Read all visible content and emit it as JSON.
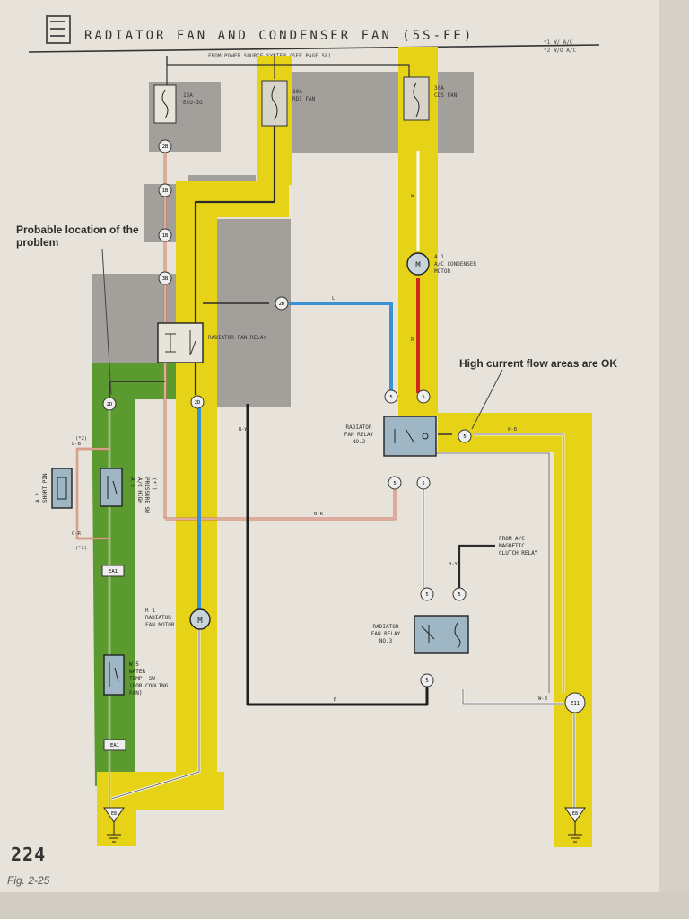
{
  "title": "RADIATOR FAN AND CONDENSER FAN (5S-FE)",
  "notes": [
    "*1 W/ A/C",
    "*2 W/O A/C"
  ],
  "power_source": "FROM POWER SOURCE SYSTEM (SEE PAGE 58)",
  "fuses": [
    {
      "id": "f1",
      "rating": "15A",
      "name": "ECU-IG"
    },
    {
      "id": "f2",
      "rating": "30A",
      "name": "RDI FAN"
    },
    {
      "id": "f3",
      "rating": "30A",
      "name": "CDS FAN"
    }
  ],
  "components": {
    "fan_relay": "RADIATOR FAN RELAY",
    "fan_relay_no2": [
      "RADIATOR",
      "FAN RELAY",
      "NO.2"
    ],
    "fan_relay_no3": [
      "RADIATOR",
      "FAN RELAY",
      "NO.3"
    ],
    "cond_motor": [
      "A 1",
      "A/C CONDENSER",
      "MOTOR"
    ],
    "fan_motor": [
      "R 1",
      "RADIATOR",
      "FAN MOTOR"
    ],
    "water_temp": [
      "W 5",
      "WATER",
      "TEMP. SW",
      "(FOR COOLING",
      "FAN)"
    ],
    "high_pressure": [
      "A 5",
      "A/C HIGH",
      "PRESSURE SW",
      "(*1)"
    ],
    "short_pin": [
      "A 2",
      "SHORT PIN"
    ],
    "clutch_relay": [
      "FROM A/C",
      "MAGNETIC",
      "CLUTCH RELAY"
    ]
  },
  "connectors": [
    "2B",
    "1B",
    "1B",
    "3B",
    "2D",
    "2D",
    "2D",
    "5",
    "5",
    "5",
    "5",
    "5",
    "5",
    "5",
    "5",
    "E11",
    "EA1",
    "EA1",
    "E8"
  ],
  "wire_colors": [
    "L",
    "R",
    "W-B",
    "B-R",
    "B",
    "G-R",
    "B-Y",
    "L-B",
    "W",
    "B-W"
  ],
  "optional_marks": [
    "(*2)",
    "(*2)"
  ],
  "callouts": {
    "problem": "Probable location of the problem",
    "ok": "High current flow areas are OK"
  },
  "page_number": "224",
  "figure": "Fig. 2-25",
  "colors": {
    "yellow": "#e6d317",
    "green": "#5b9a2e",
    "gray": "#a3a09b",
    "blue": "#3a92d4",
    "red": "#d2261f",
    "black": "#1e1e1e",
    "relay": "#9fb6c4"
  }
}
